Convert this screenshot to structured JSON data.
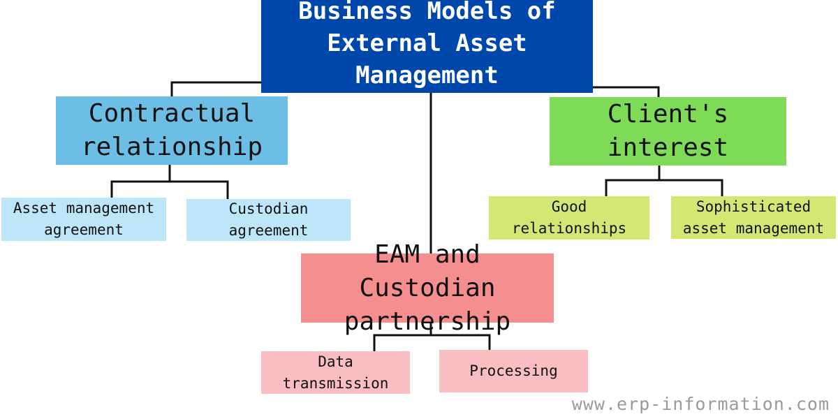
{
  "root": {
    "title": "Business Models of External Asset Management",
    "color": "#0047AB"
  },
  "branches": {
    "contractual": {
      "label": "Contractual relationship",
      "color": "#6CBEE4",
      "children": [
        {
          "label": "Asset management agreement",
          "color": "#BDE6F8"
        },
        {
          "label": "Custodian agreement",
          "color": "#BDE6F8"
        }
      ]
    },
    "client_interest": {
      "label": "Client's interest",
      "color": "#7EDB58",
      "children": [
        {
          "label": "Good relationships",
          "color": "#D2E873"
        },
        {
          "label": "Sophisticated asset management",
          "color": "#D2E873"
        }
      ]
    },
    "eam_custodian": {
      "label": "EAM and Custodian partnership",
      "color": "#F58E8E",
      "children": [
        {
          "label": "Data transmission",
          "color": "#F8BEC2"
        },
        {
          "label": "Processing",
          "color": "#F8BEC2"
        }
      ]
    }
  },
  "watermark": "www.erp-information.com",
  "connector_color": "#111111"
}
